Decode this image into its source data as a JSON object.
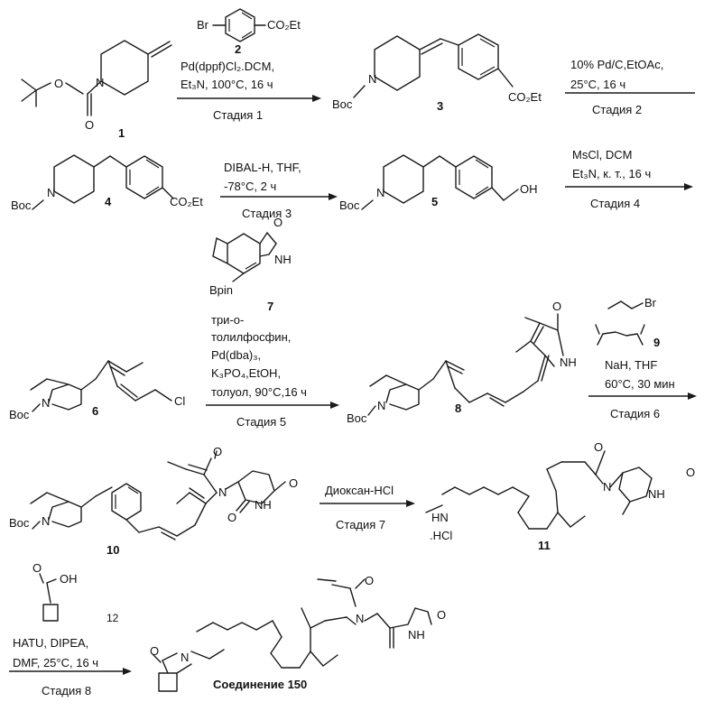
{
  "reagents": {
    "r2": {
      "br": "Br",
      "ester": "CO₂Et",
      "label": "2"
    },
    "r7": {
      "oxo": "O",
      "nh": "NH",
      "bpin": "Bpin",
      "label": "7"
    },
    "r9": {
      "br": "Br",
      "label": "9"
    },
    "r12": {
      "oh": "OH",
      "label": "12"
    }
  },
  "steps": {
    "s1": {
      "line1": "Pd(dppf)Cl₂.DCM,",
      "line2": "Et₃N, 100°C, 16 ч",
      "stage": "Стадия 1"
    },
    "s2": {
      "line1": "10% Pd/C,EtOAc,",
      "line2": "25°C, 16 ч",
      "stage": "Стадия 2"
    },
    "s3": {
      "line1": "DIBAL-H, THF,",
      "line2": "-78°C, 2 ч",
      "stage": "Стадия 3"
    },
    "s4": {
      "line1": "MsCl, DCM",
      "line2": "Et₃N, к. т., 16 ч",
      "stage": "Стадия 4"
    },
    "s5": {
      "line1": "три-о-",
      "line2": "толилфосфин,",
      "line3": "Pd(dba)₃,",
      "line4": "K₃PO₄,EtOH,",
      "line5": "толуол, 90°C,16 ч",
      "stage": "Стадия 5"
    },
    "s6": {
      "line1": "NaH, THF",
      "line2": "60°C, 30 мин",
      "stage": "Стадия 6"
    },
    "s7": {
      "line1": "Диоксан-HCl",
      "stage": "Стадия 7"
    },
    "s8": {
      "line1": "HATU, DIPEA,",
      "line2": "DMF, 25°C, 16 ч",
      "stage": "Стадия 8"
    }
  },
  "compounds": {
    "c1": {
      "label": "1",
      "n": "N",
      "o1": "O",
      "o2": "O"
    },
    "c3": {
      "label": "3",
      "boc": "Boc",
      "n": "N",
      "ester": "CO₂Et"
    },
    "c4": {
      "label": "4",
      "boc": "Boc",
      "n": "N",
      "ester": "CO₂Et"
    },
    "c5": {
      "label": "5",
      "boc": "Boc",
      "n": "N",
      "oh": "OH"
    },
    "c6": {
      "label": "6",
      "boc": "Boc",
      "n": "N",
      "cl": "Cl"
    },
    "c8": {
      "label": "8",
      "boc": "Boc",
      "n": "N",
      "o": "O",
      "nh": "NH"
    },
    "c10": {
      "label": "10",
      "boc": "Boc",
      "n": "N",
      "n2": "N",
      "o1": "O",
      "o2": "O",
      "o3": "O",
      "nh": "NH"
    },
    "c11": {
      "label": "11",
      "hn": "HN",
      "hcl": ".HCl",
      "n": "N",
      "o1": "O",
      "o2": "O",
      "nh": "NH"
    },
    "c150": {
      "label": "Соединение 150",
      "o1": "O",
      "n1": "N",
      "n2": "N",
      "o2": "O",
      "o3": "O",
      "nh": "NH"
    }
  }
}
